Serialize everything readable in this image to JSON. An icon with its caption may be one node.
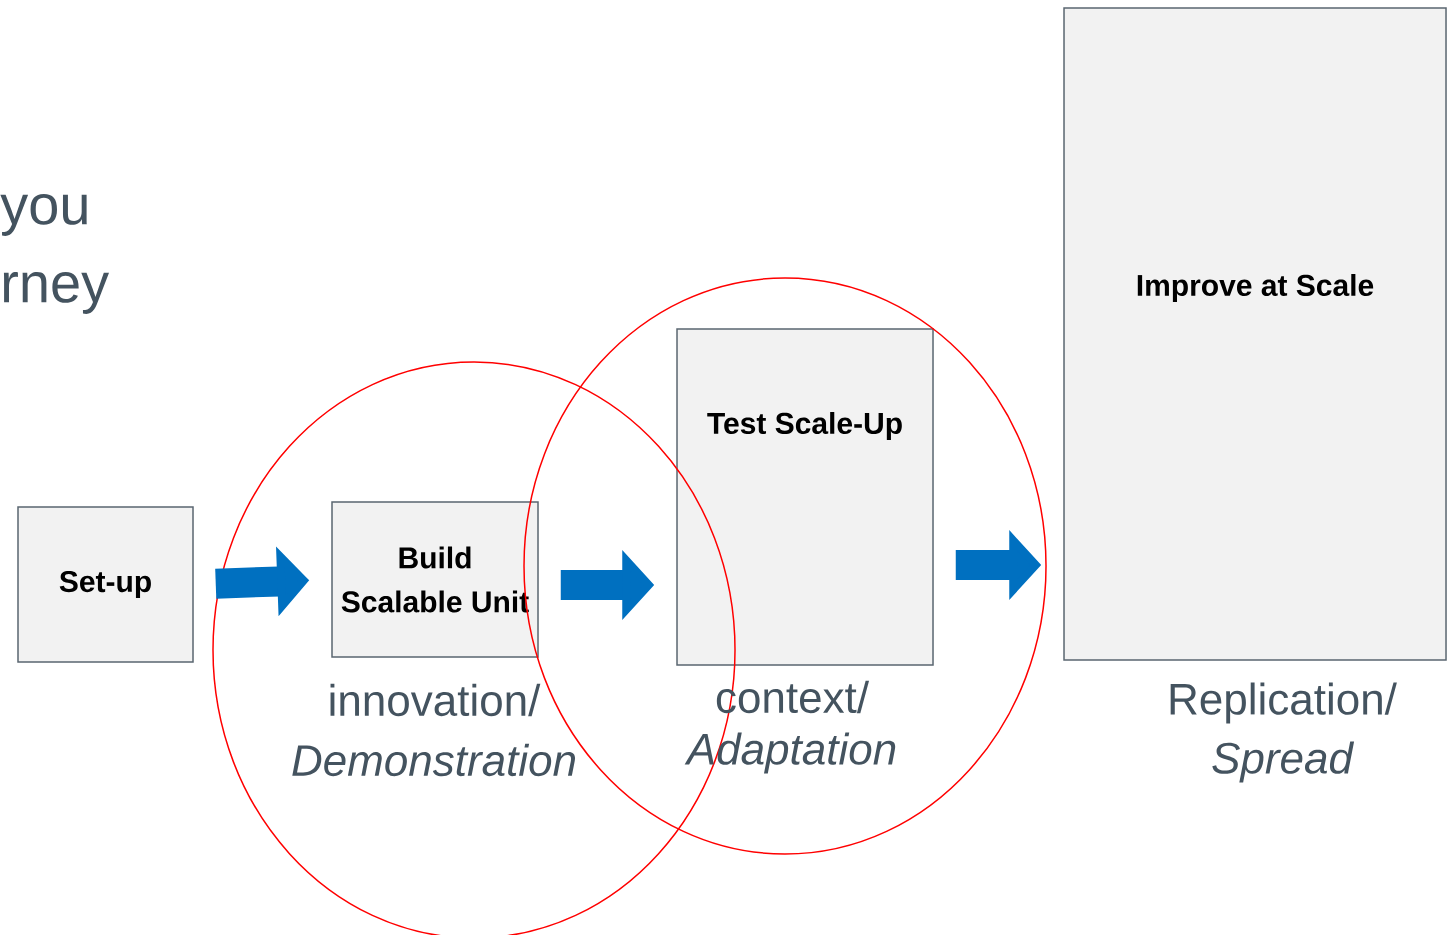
{
  "diagram": {
    "nodes": [
      {
        "text": [
          "Set-up"
        ]
      },
      {
        "text": [
          "Build Scalable Unit"
        ],
        "beside": [
          "innovation/",
          "Demonstration"
        ]
      },
      {
        "text": [
          "Test Scale-Up"
        ],
        "beside": [
          "context/",
          "Adaptation"
        ]
      },
      {
        "text": [
          "Improve at Scale"
        ],
        "beside": [
          "Replication/",
          "Spread"
        ]
      }
    ],
    "edges": [
      {
        "from": 0,
        "to": 1,
        "arrow": "to"
      },
      {
        "from": 1,
        "to": 2,
        "arrow": "to"
      },
      {
        "from": 2,
        "to": 3,
        "arrow": "to"
      }
    ],
    "labels": [
      "you",
      "rney"
    ]
  }
}
